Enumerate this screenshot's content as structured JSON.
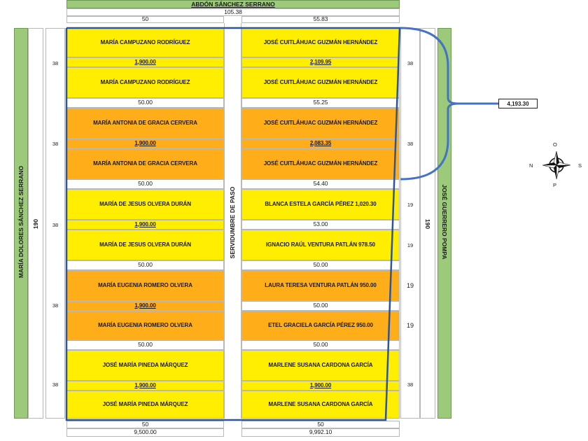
{
  "top": {
    "owner": "ABDÓN SÁNCHEZ SERRANO",
    "total_width": "105.38",
    "left_width": "50",
    "right_width": "55.83"
  },
  "left_strip": {
    "owner": "MARÍA DOLORES SÁNCHEZ SERRANO",
    "length": "190"
  },
  "right_strip": {
    "owner": "JOSÉ GUERRERO POMPA",
    "length": "190"
  },
  "easement": "SERVIDUMBRE DE PASO",
  "blocks": [
    {
      "left_depth": "38",
      "right_depth": "38",
      "left_name_1": "MARÍA CAMPUZANO RODRÍGUEZ",
      "left_area": "1,900.00",
      "left_name_2": "MARÍA CAMPUZANO RODRÍGUEZ",
      "right_name_1": "JOSÉ CUITLÁHUAC GUZMÁN HERNÁNDEZ",
      "right_area": "2,109.95",
      "right_name_2": "JOSÉ CUITLÁHUAC GUZMÁN HERNÁNDEZ",
      "left_bottom": "50.00",
      "right_bottom": "55.25"
    },
    {
      "left_depth": "38",
      "right_depth": "38",
      "left_name_1": "MARÍA ANTONIA DE GRACIA CERVERA",
      "left_area": "1,900.00",
      "left_name_2": "MARÍA ANTONIA DE GRACIA CERVERA",
      "right_name_1": "JOSÉ CUITLÁHUAC GUZMÁN HERNÁNDEZ",
      "right_area": "2,083.35",
      "right_name_2": "JOSÉ CUITLÁHUAC GUZMÁN HERNÁNDEZ",
      "left_bottom": "50.00",
      "right_bottom": "54.40"
    },
    {
      "left_depth": "38",
      "right_depth_1": "19",
      "right_depth_2": "19",
      "left_name_1": "MARÍA DE JESUS OLVERA DURÁN",
      "left_area": "1,900.00",
      "left_name_2": "MARÍA DE JESUS OLVERA DURÁN",
      "right_name_1": "BLANCA ESTELA GARCÍA PÉREZ 1,020.30",
      "right_mid": "53.00",
      "right_name_2": "IGNACIO RAÚL VENTURA PATLÁN 978.50",
      "left_bottom": "50.00",
      "right_bottom": "50.00"
    },
    {
      "left_depth": "38",
      "right_depth_1": "19",
      "right_depth_2": "19",
      "left_name_1": "MARÍA EUGENIA ROMERO OLVERA",
      "left_area": "1,900.00",
      "left_name_2": "MARÍA EUGENIA ROMERO OLVERA",
      "right_name_1": "LAURA TERESA VENTURA PATLÁN 950.00",
      "right_mid": "50.00",
      "right_name_2": "ETEL GRACIELA GARCÍA PÉREZ 950.00",
      "left_bottom": "50.00",
      "right_bottom": "50.00"
    },
    {
      "left_depth": "38",
      "right_depth": "38",
      "left_name_1": "JOSÉ MARÍA PINEDA MÁRQUEZ",
      "left_area": "1,900.00",
      "left_name_2": "JOSÉ MARÍA PINEDA MÁRQUEZ",
      "right_name_1": "MARLENE SUSANA CARDONA GARCÍA",
      "right_area": "1,900.00",
      "right_name_2": "MARLENE SUSANA CARDONA GARCÍA"
    }
  ],
  "bottom": {
    "left_width": "50",
    "right_width": "50",
    "left_total": "9,500.00",
    "right_total": "9,992.10"
  },
  "callout_total": "4,193.30",
  "compass": {
    "north": "N",
    "south": "S",
    "east": "O",
    "west": "P",
    "icon": "compass-rose-icon"
  },
  "colors": {
    "yellow": "#ffee00",
    "orange": "#ffae1a",
    "green": "#9cc97a",
    "outline": "#2d5597"
  }
}
